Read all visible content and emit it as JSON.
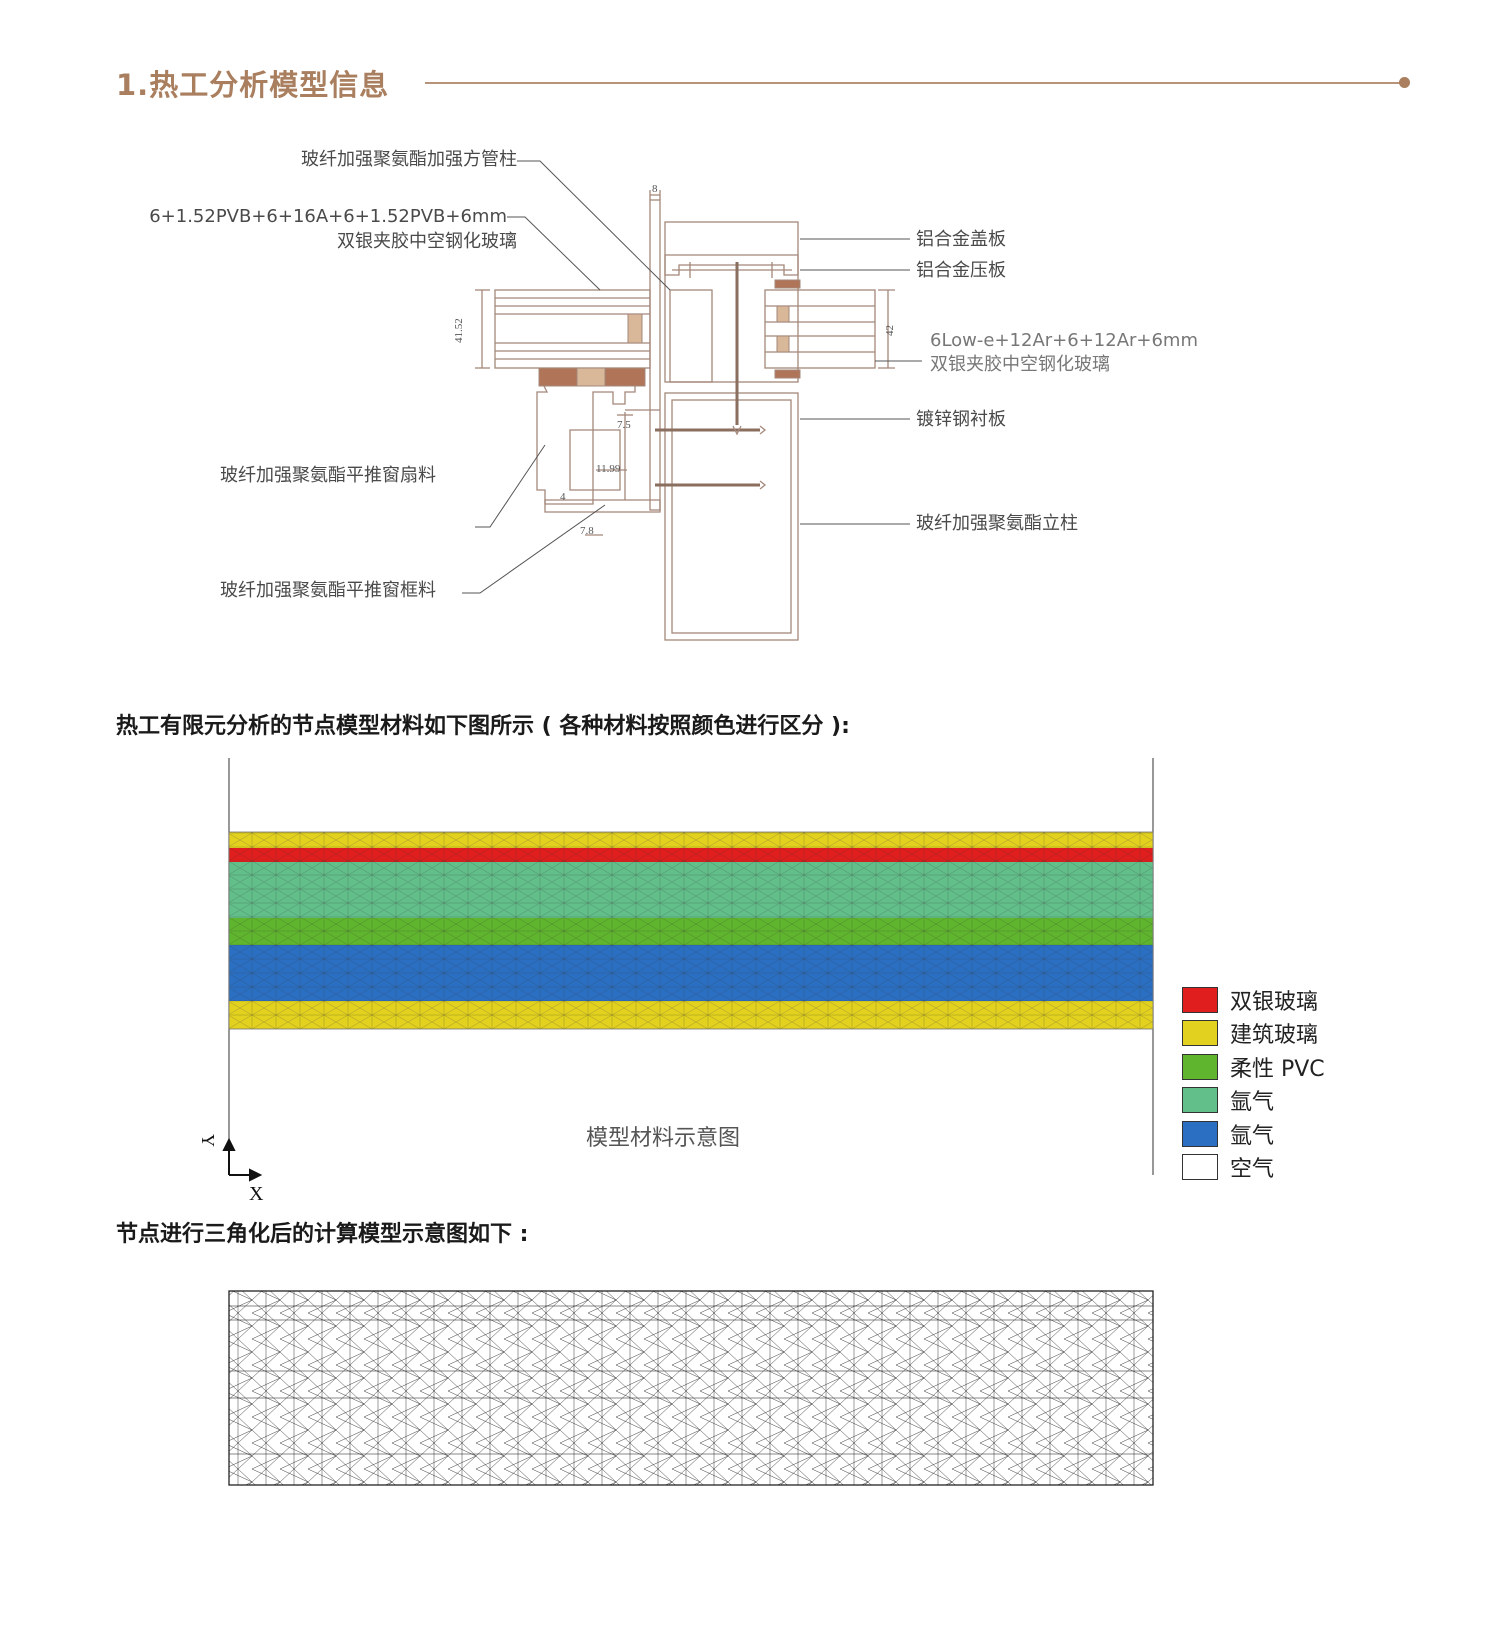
{
  "header": {
    "title": "1.热工分析模型信息"
  },
  "section_detail": {
    "callouts": {
      "top_column": "玻纤加强聚氨酯加强方管柱",
      "left_glass_spec": "6+1.52PVB+6+16A+6+1.52PVB+6mm",
      "left_glass_name": "双银夹胶中空钢化玻璃",
      "cap_plate": "铝合金盖板",
      "pressure_plate": "铝合金压板",
      "right_glass_spec": "6Low-e+12Ar+6+12Ar+6mm",
      "right_glass_name": "双银夹胶中空钢化玻璃",
      "steel_liner": "镀锌钢衬板",
      "sash": "玻纤加强聚氨酯平推窗扇料",
      "mullion": "玻纤加强聚氨酯立柱",
      "frame": "玻纤加强聚氨酯平推窗框料"
    },
    "dimensions": {
      "d8": "8",
      "d4152": "41.52",
      "d42": "42",
      "d75": "7.5",
      "d1199": "11.99",
      "d78": "7.8",
      "d4": "4"
    }
  },
  "materials_heading": "热工有限元分析的节点模型材料如下图所示 ( 各种材料按照颜色进行区分 ):",
  "model": {
    "caption": "模型材料示意图",
    "axis_x": "X",
    "axis_y": "Y",
    "legend": [
      {
        "label": "双银玻璃",
        "color": "#e01e1e"
      },
      {
        "label": "建筑玻璃",
        "color": "#e2d11f"
      },
      {
        "label": "柔性 PVC",
        "color": "#5fb52e"
      },
      {
        "label": "氩气",
        "color": "#62bf8a"
      },
      {
        "label": "氩气",
        "color": "#2b6fc2"
      },
      {
        "label": "空气",
        "color": "#ffffff"
      }
    ]
  },
  "mesh_heading": "节点进行三角化后的计算模型示意图如下 :"
}
